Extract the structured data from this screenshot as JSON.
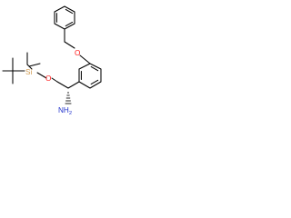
{
  "structure": {
    "atoms": {
      "oxygen_ether_top": "O",
      "oxygen_silyl": "O",
      "silicon": "Si",
      "amine": "NH",
      "amine_subscript": "2"
    },
    "colors": {
      "oxygen": "#ff1a1a",
      "nitrogen": "#2233cc",
      "silicon": "#d19a4f",
      "bond": "#000000",
      "background": "#ffffff"
    }
  }
}
